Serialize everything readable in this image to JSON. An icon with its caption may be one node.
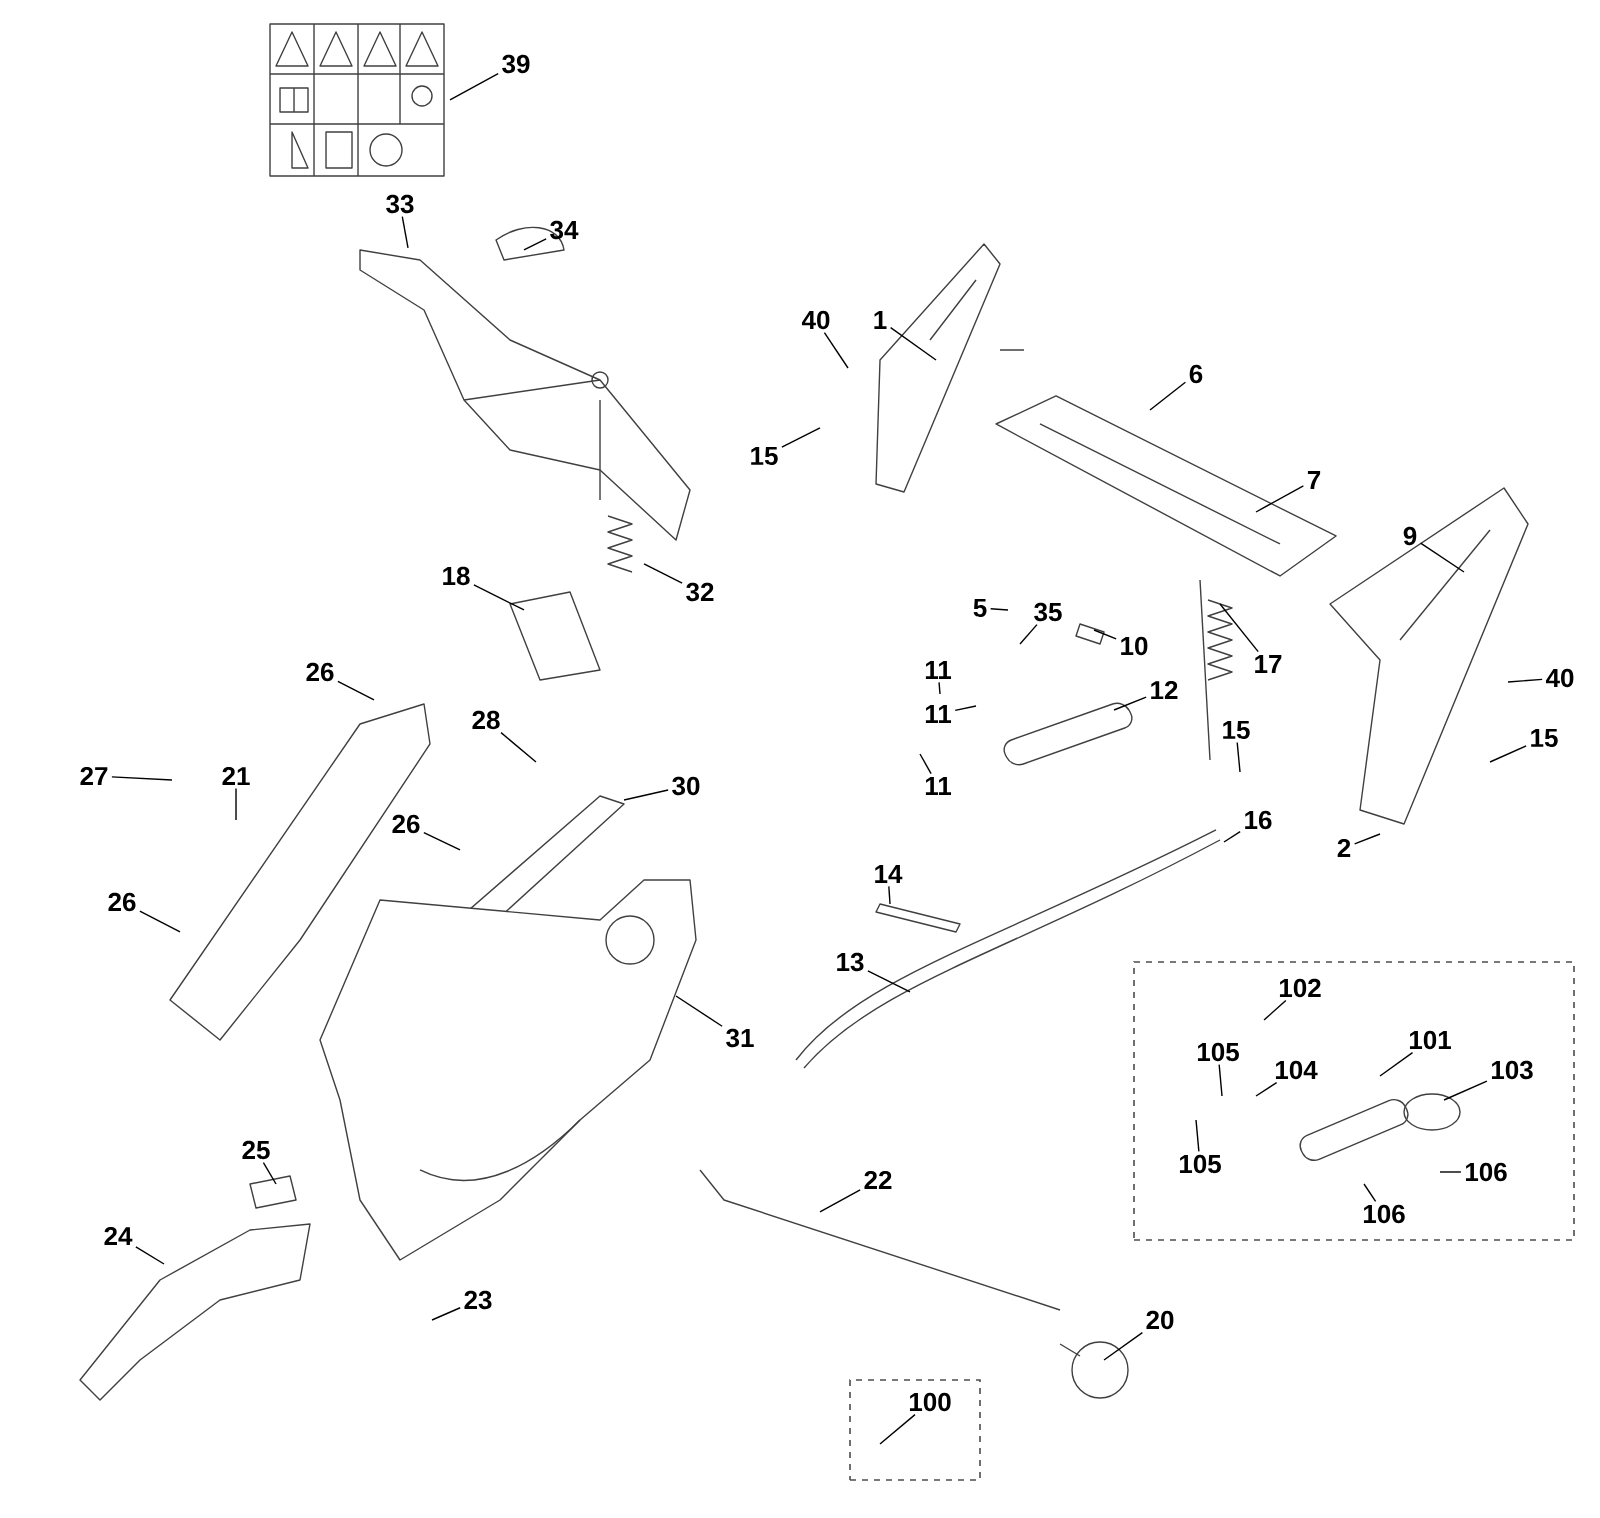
{
  "diagram": {
    "nodes": [
      {
        "text": [
          "39"
        ]
      },
      {
        "text": [
          "33"
        ]
      },
      {
        "text": [
          "34"
        ]
      },
      {
        "text": [
          "1"
        ]
      },
      {
        "text": [
          "40"
        ]
      },
      {
        "text": [
          "6"
        ]
      },
      {
        "text": [
          "15"
        ]
      },
      {
        "text": [
          "7"
        ]
      },
      {
        "text": [
          "9"
        ]
      },
      {
        "text": [
          "32"
        ]
      },
      {
        "text": [
          "18"
        ]
      },
      {
        "text": [
          "5"
        ]
      },
      {
        "text": [
          "35"
        ]
      },
      {
        "text": [
          "10"
        ]
      },
      {
        "text": [
          "17"
        ]
      },
      {
        "text": [
          "12"
        ]
      },
      {
        "text": [
          "26"
        ]
      },
      {
        "text": [
          "11"
        ]
      },
      {
        "text": [
          "40"
        ]
      },
      {
        "text": [
          "11"
        ]
      },
      {
        "text": [
          "28"
        ]
      },
      {
        "text": [
          "15"
        ]
      },
      {
        "text": [
          "15"
        ]
      },
      {
        "text": [
          "27"
        ]
      },
      {
        "text": [
          "21"
        ]
      },
      {
        "text": [
          "30"
        ]
      },
      {
        "text": [
          "11"
        ]
      },
      {
        "text": [
          "26"
        ]
      },
      {
        "text": [
          "16"
        ]
      },
      {
        "text": [
          "2"
        ]
      },
      {
        "text": [
          "14"
        ]
      },
      {
        "text": [
          "26"
        ]
      },
      {
        "text": [
          "13"
        ]
      },
      {
        "text": [],
        "shape": "box"
      },
      {
        "text": [
          "102"
        ],
        "in": 33
      },
      {
        "text": [
          "31"
        ]
      },
      {
        "text": [
          "101"
        ],
        "in": 33
      },
      {
        "text": [
          "105"
        ],
        "in": 33
      },
      {
        "text": [
          "104"
        ],
        "in": 33
      },
      {
        "text": [
          "103"
        ],
        "in": 33
      },
      {
        "text": [
          "25"
        ]
      },
      {
        "text": [
          "105"
        ],
        "in": 33
      },
      {
        "text": [
          "106"
        ],
        "in": 33
      },
      {
        "text": [
          "22"
        ]
      },
      {
        "text": [
          "106"
        ],
        "in": 33
      },
      {
        "text": [
          "24"
        ]
      },
      {
        "text": [
          "23"
        ]
      },
      {
        "text": [
          "20"
        ]
      },
      {
        "text": [],
        "shape": "box"
      },
      {
        "text": [
          "100"
        ],
        "in": 48
      }
    ],
    "edges": [
      {
        "from": 0,
        "to": null,
        "arrow": "none"
      },
      {
        "from": 1,
        "to": null,
        "arrow": "none"
      },
      {
        "from": 2,
        "to": null,
        "arrow": "none"
      },
      {
        "from": 3,
        "to": null,
        "arrow": "none"
      },
      {
        "from": 4,
        "to": null,
        "arrow": "none"
      },
      {
        "from": 5,
        "to": null,
        "arrow": "none"
      },
      {
        "from": 6,
        "to": null,
        "arrow": "none"
      },
      {
        "from": 7,
        "to": null,
        "arrow": "none"
      },
      {
        "from": 8,
        "to": null,
        "arrow": "none"
      },
      {
        "from": 9,
        "to": null,
        "arrow": "none"
      },
      {
        "from": 10,
        "to": null,
        "arrow": "none"
      },
      {
        "from": 11,
        "to": null,
        "arrow": "none"
      },
      {
        "from": 12,
        "to": null,
        "arrow": "none"
      },
      {
        "from": 13,
        "to": null,
        "arrow": "none"
      },
      {
        "from": 14,
        "to": null,
        "arrow": "none"
      },
      {
        "from": 15,
        "to": null,
        "arrow": "none"
      },
      {
        "from": 16,
        "to": null,
        "arrow": "none"
      },
      {
        "from": 17,
        "to": null,
        "arrow": "none"
      },
      {
        "from": 18,
        "to": null,
        "arrow": "none"
      },
      {
        "from": 19,
        "to": null,
        "arrow": "none"
      },
      {
        "from": 20,
        "to": null,
        "arrow": "none"
      },
      {
        "from": 21,
        "to": null,
        "arrow": "none"
      },
      {
        "from": 22,
        "to": null,
        "arrow": "none"
      },
      {
        "from": 23,
        "to": null,
        "arrow": "none"
      },
      {
        "from": 24,
        "to": null,
        "arrow": "none"
      },
      {
        "from": 25,
        "to": null,
        "arrow": "none"
      },
      {
        "from": 26,
        "to": null,
        "arrow": "none"
      },
      {
        "from": 27,
        "to": null,
        "arrow": "none"
      },
      {
        "from": 28,
        "to": null,
        "arrow": "none"
      },
      {
        "from": 29,
        "to": null,
        "arrow": "none"
      },
      {
        "from": 30,
        "to": null,
        "arrow": "none"
      },
      {
        "from": 31,
        "to": null,
        "arrow": "none"
      },
      {
        "from": 32,
        "to": null,
        "arrow": "none"
      },
      {
        "from": 34,
        "to": null,
        "arrow": "none"
      },
      {
        "from": 35,
        "to": null,
        "arrow": "none"
      },
      {
        "from": 36,
        "to": null,
        "arrow": "none"
      },
      {
        "from": 37,
        "to": null,
        "arrow": "none"
      },
      {
        "from": 38,
        "to": null,
        "arrow": "none"
      },
      {
        "from": 39,
        "to": null,
        "arrow": "none"
      },
      {
        "from": 40,
        "to": null,
        "arrow": "none"
      },
      {
        "from": 41,
        "to": null,
        "arrow": "none"
      },
      {
        "from": 42,
        "to": null,
        "arrow": "none"
      },
      {
        "from": 43,
        "to": null,
        "arrow": "none"
      },
      {
        "from": 44,
        "to": null,
        "arrow": "none"
      },
      {
        "from": 45,
        "to": null,
        "arrow": "none"
      },
      {
        "from": 46,
        "to": null,
        "arrow": "none"
      },
      {
        "from": 47,
        "to": null,
        "arrow": "none"
      },
      {
        "from": 49,
        "to": null,
        "arrow": "none"
      }
    ]
  }
}
